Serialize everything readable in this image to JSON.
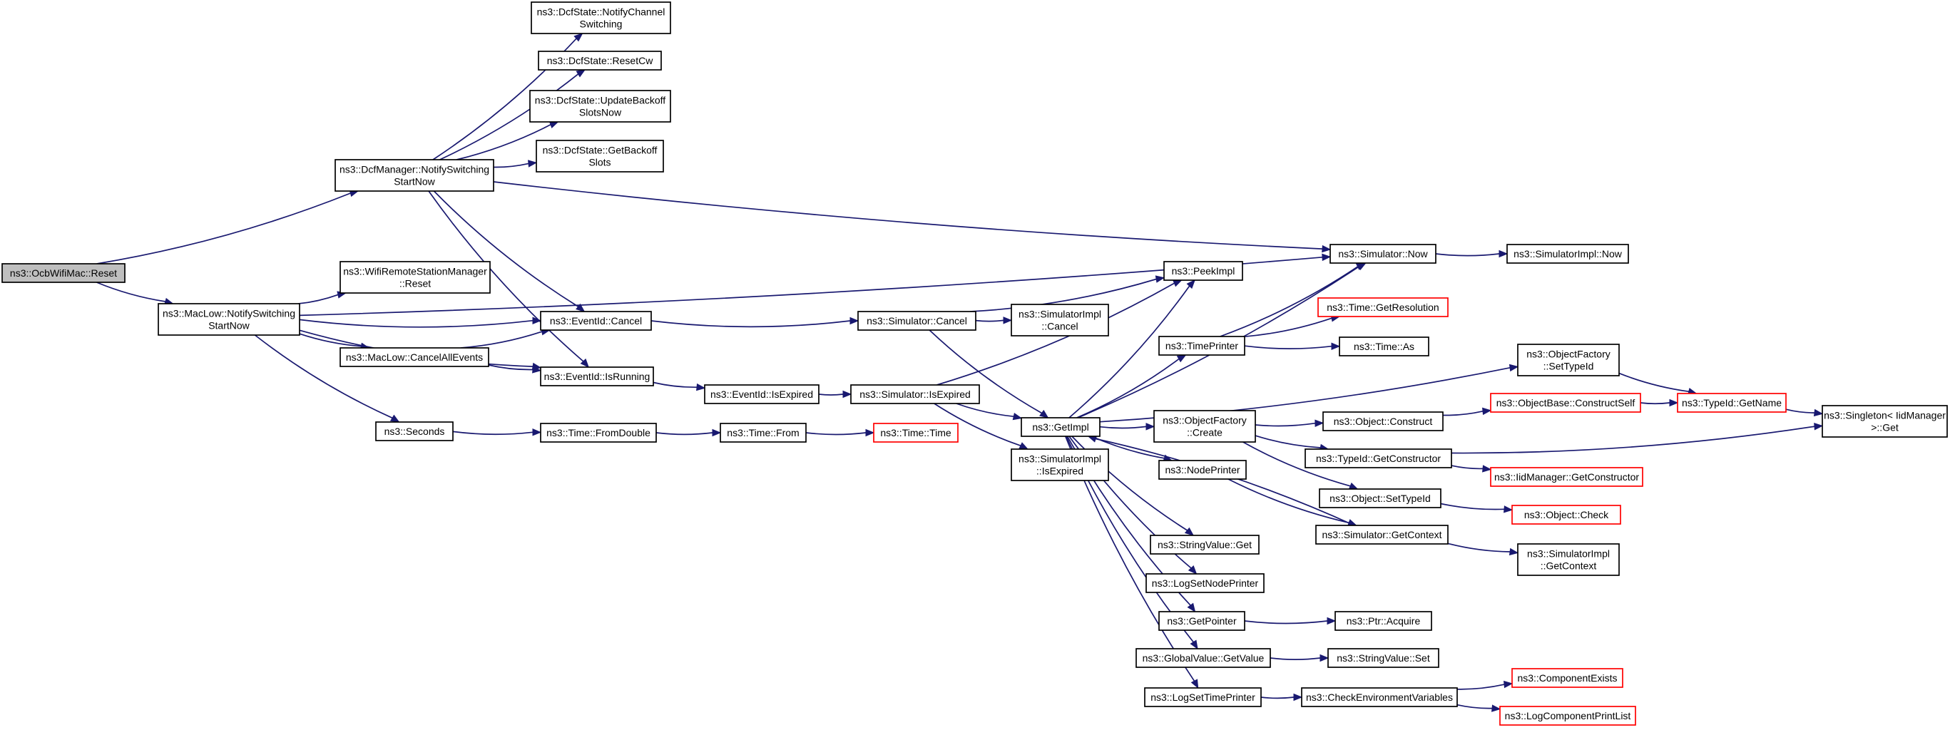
{
  "colors": {
    "edge": "#191970",
    "node_border": "#000000",
    "truncated_node_border": "#ff0000",
    "root_fill": "#bfbfbf",
    "background": "#ffffff"
  },
  "nodes": {
    "ocb_reset": {
      "lines": [
        "ns3::OcbWifiMac::Reset"
      ],
      "style": "root"
    },
    "dcfmgr_notify": {
      "lines": [
        "ns3::DcfManager::NotifySwitching",
        "StartNow"
      ]
    },
    "maclow_notify": {
      "lines": [
        "ns3::MacLow::NotifySwitching",
        "StartNow"
      ]
    },
    "dcfstate_notifych": {
      "lines": [
        "ns3::DcfState::NotifyChannel",
        "Switching"
      ]
    },
    "dcfstate_resetcw": {
      "lines": [
        "ns3::DcfState::ResetCw"
      ]
    },
    "dcfstate_updatebackoff": {
      "lines": [
        "ns3::DcfState::UpdateBackoff",
        "SlotsNow"
      ]
    },
    "dcfstate_getbackoff": {
      "lines": [
        "ns3::DcfState::GetBackoff",
        "Slots"
      ]
    },
    "wifi_rsm_reset": {
      "lines": [
        "ns3::WifiRemoteStationManager",
        "::Reset"
      ]
    },
    "maclow_cancelall": {
      "lines": [
        "ns3::MacLow::CancelAllEvents"
      ]
    },
    "seconds": {
      "lines": [
        "ns3::Seconds"
      ]
    },
    "eventid_cancel": {
      "lines": [
        "ns3::EventId::Cancel"
      ]
    },
    "eventid_isrunning": {
      "lines": [
        "ns3::EventId::IsRunning"
      ]
    },
    "time_fromdouble": {
      "lines": [
        "ns3::Time::FromDouble"
      ]
    },
    "eventid_isexpired": {
      "lines": [
        "ns3::EventId::IsExpired"
      ]
    },
    "time_from": {
      "lines": [
        "ns3::Time::From"
      ]
    },
    "time_time": {
      "lines": [
        "ns3::Time::Time"
      ],
      "style": "trunc"
    },
    "sim_cancel": {
      "lines": [
        "ns3::Simulator::Cancel"
      ]
    },
    "sim_isexpired": {
      "lines": [
        "ns3::Simulator::IsExpired"
      ]
    },
    "simimpl_cancel": {
      "lines": [
        "ns3::SimulatorImpl",
        "::Cancel"
      ]
    },
    "simimpl_isexpired": {
      "lines": [
        "ns3::SimulatorImpl",
        "::IsExpired"
      ]
    },
    "peekimpl": {
      "lines": [
        "ns3::PeekImpl"
      ]
    },
    "getimpl": {
      "lines": [
        "ns3::GetImpl"
      ]
    },
    "timeprinter": {
      "lines": [
        "ns3::TimePrinter"
      ]
    },
    "objfactory_create": {
      "lines": [
        "ns3::ObjectFactory",
        "::Create"
      ]
    },
    "nodeprinter": {
      "lines": [
        "ns3::NodePrinter"
      ]
    },
    "stringvalue_get": {
      "lines": [
        "ns3::StringValue::Get"
      ]
    },
    "logsetnodeprinter": {
      "lines": [
        "ns3::LogSetNodePrinter"
      ]
    },
    "getpointer": {
      "lines": [
        "ns3::GetPointer"
      ]
    },
    "globalvalue_getvalue": {
      "lines": [
        "ns3::GlobalValue::GetValue"
      ]
    },
    "logsettimeprinter": {
      "lines": [
        "ns3::LogSetTimePrinter"
      ]
    },
    "sim_now": {
      "lines": [
        "ns3::Simulator::Now"
      ]
    },
    "time_getresolution": {
      "lines": [
        "ns3::Time::GetResolution"
      ],
      "style": "trunc"
    },
    "time_as": {
      "lines": [
        "ns3::Time::As"
      ]
    },
    "object_construct": {
      "lines": [
        "ns3::Object::Construct"
      ]
    },
    "typeid_getconstructor": {
      "lines": [
        "ns3::TypeId::GetConstructor"
      ]
    },
    "object_settypeid": {
      "lines": [
        "ns3::Object::SetTypeId"
      ]
    },
    "sim_getcontext": {
      "lines": [
        "ns3::Simulator::GetContext"
      ]
    },
    "ptr_acquire": {
      "lines": [
        "ns3::Ptr::Acquire"
      ]
    },
    "stringvalue_set": {
      "lines": [
        "ns3::StringValue::Set"
      ]
    },
    "checkenv": {
      "lines": [
        "ns3::CheckEnvironmentVariables"
      ]
    },
    "simimpl_now": {
      "lines": [
        "ns3::SimulatorImpl::Now"
      ]
    },
    "objfactory_settypeid": {
      "lines": [
        "ns3::ObjectFactory",
        "::SetTypeId"
      ]
    },
    "objbase_constructself": {
      "lines": [
        "ns3::ObjectBase::ConstructSelf"
      ],
      "style": "trunc"
    },
    "iidmanager_getconstructor": {
      "lines": [
        "ns3::IidManager::GetConstructor"
      ],
      "style": "trunc"
    },
    "object_check": {
      "lines": [
        "ns3::Object::Check"
      ],
      "style": "trunc"
    },
    "simimpl_getcontext": {
      "lines": [
        "ns3::SimulatorImpl",
        "::GetContext"
      ]
    },
    "componentexists": {
      "lines": [
        "ns3::ComponentExists"
      ],
      "style": "trunc"
    },
    "logcomponentprintlist": {
      "lines": [
        "ns3::LogComponentPrintList"
      ],
      "style": "trunc"
    },
    "typeid_getname": {
      "lines": [
        "ns3::TypeId::GetName"
      ],
      "style": "trunc"
    },
    "singleton_get": {
      "lines": [
        "ns3::Singleton< IidManager",
        ">::Get"
      ]
    }
  },
  "edges": [
    [
      "ocb_reset",
      "dcfmgr_notify"
    ],
    [
      "ocb_reset",
      "maclow_notify"
    ],
    [
      "dcfmgr_notify",
      "dcfstate_notifych"
    ],
    [
      "dcfmgr_notify",
      "dcfstate_resetcw"
    ],
    [
      "dcfmgr_notify",
      "dcfstate_updatebackoff"
    ],
    [
      "dcfmgr_notify",
      "dcfstate_getbackoff"
    ],
    [
      "dcfmgr_notify",
      "sim_now"
    ],
    [
      "dcfmgr_notify",
      "eventid_cancel"
    ],
    [
      "dcfmgr_notify",
      "eventid_isrunning"
    ],
    [
      "maclow_notify",
      "sim_now"
    ],
    [
      "maclow_notify",
      "wifi_rsm_reset"
    ],
    [
      "maclow_notify",
      "eventid_cancel"
    ],
    [
      "maclow_notify",
      "maclow_cancelall"
    ],
    [
      "maclow_notify",
      "eventid_isrunning"
    ],
    [
      "maclow_notify",
      "seconds"
    ],
    [
      "maclow_cancelall",
      "eventid_cancel"
    ],
    [
      "maclow_cancelall",
      "eventid_isrunning"
    ],
    [
      "seconds",
      "time_fromdouble"
    ],
    [
      "time_fromdouble",
      "time_from"
    ],
    [
      "time_from",
      "time_time"
    ],
    [
      "eventid_cancel",
      "sim_cancel"
    ],
    [
      "eventid_isrunning",
      "eventid_isexpired"
    ],
    [
      "eventid_isexpired",
      "sim_isexpired"
    ],
    [
      "sim_cancel",
      "peekimpl"
    ],
    [
      "sim_cancel",
      "simimpl_cancel"
    ],
    [
      "sim_cancel",
      "getimpl"
    ],
    [
      "sim_isexpired",
      "peekimpl"
    ],
    [
      "sim_isexpired",
      "getimpl"
    ],
    [
      "sim_isexpired",
      "simimpl_isexpired"
    ],
    [
      "getimpl",
      "peekimpl"
    ],
    [
      "getimpl",
      "sim_now"
    ],
    [
      "getimpl",
      "timeprinter"
    ],
    [
      "getimpl",
      "objfactory_settypeid"
    ],
    [
      "getimpl",
      "objfactory_create"
    ],
    [
      "getimpl",
      "nodeprinter"
    ],
    [
      "getimpl",
      "stringvalue_get"
    ],
    [
      "getimpl",
      "logsetnodeprinter"
    ],
    [
      "getimpl",
      "getpointer"
    ],
    [
      "getimpl",
      "globalvalue_getvalue"
    ],
    [
      "getimpl",
      "logsettimeprinter"
    ],
    [
      "timeprinter",
      "sim_now"
    ],
    [
      "timeprinter",
      "time_getresolution"
    ],
    [
      "timeprinter",
      "time_as"
    ],
    [
      "objfactory_create",
      "object_construct"
    ],
    [
      "objfactory_create",
      "typeid_getconstructor"
    ],
    [
      "objfactory_create",
      "object_settypeid"
    ],
    [
      "nodeprinter",
      "sim_getcontext"
    ],
    [
      "sim_getcontext",
      "getimpl"
    ],
    [
      "sim_getcontext",
      "simimpl_getcontext"
    ],
    [
      "object_construct",
      "objbase_constructself"
    ],
    [
      "objbase_constructself",
      "typeid_getname"
    ],
    [
      "typeid_getconstructor",
      "iidmanager_getconstructor"
    ],
    [
      "typeid_getconstructor",
      "singleton_get"
    ],
    [
      "objfactory_settypeid",
      "typeid_getname"
    ],
    [
      "typeid_getname",
      "singleton_get"
    ],
    [
      "object_settypeid",
      "object_check"
    ],
    [
      "getpointer",
      "ptr_acquire"
    ],
    [
      "globalvalue_getvalue",
      "stringvalue_set"
    ],
    [
      "logsettimeprinter",
      "checkenv"
    ],
    [
      "checkenv",
      "componentexists"
    ],
    [
      "checkenv",
      "logcomponentprintlist"
    ],
    [
      "sim_now",
      "simimpl_now"
    ]
  ]
}
